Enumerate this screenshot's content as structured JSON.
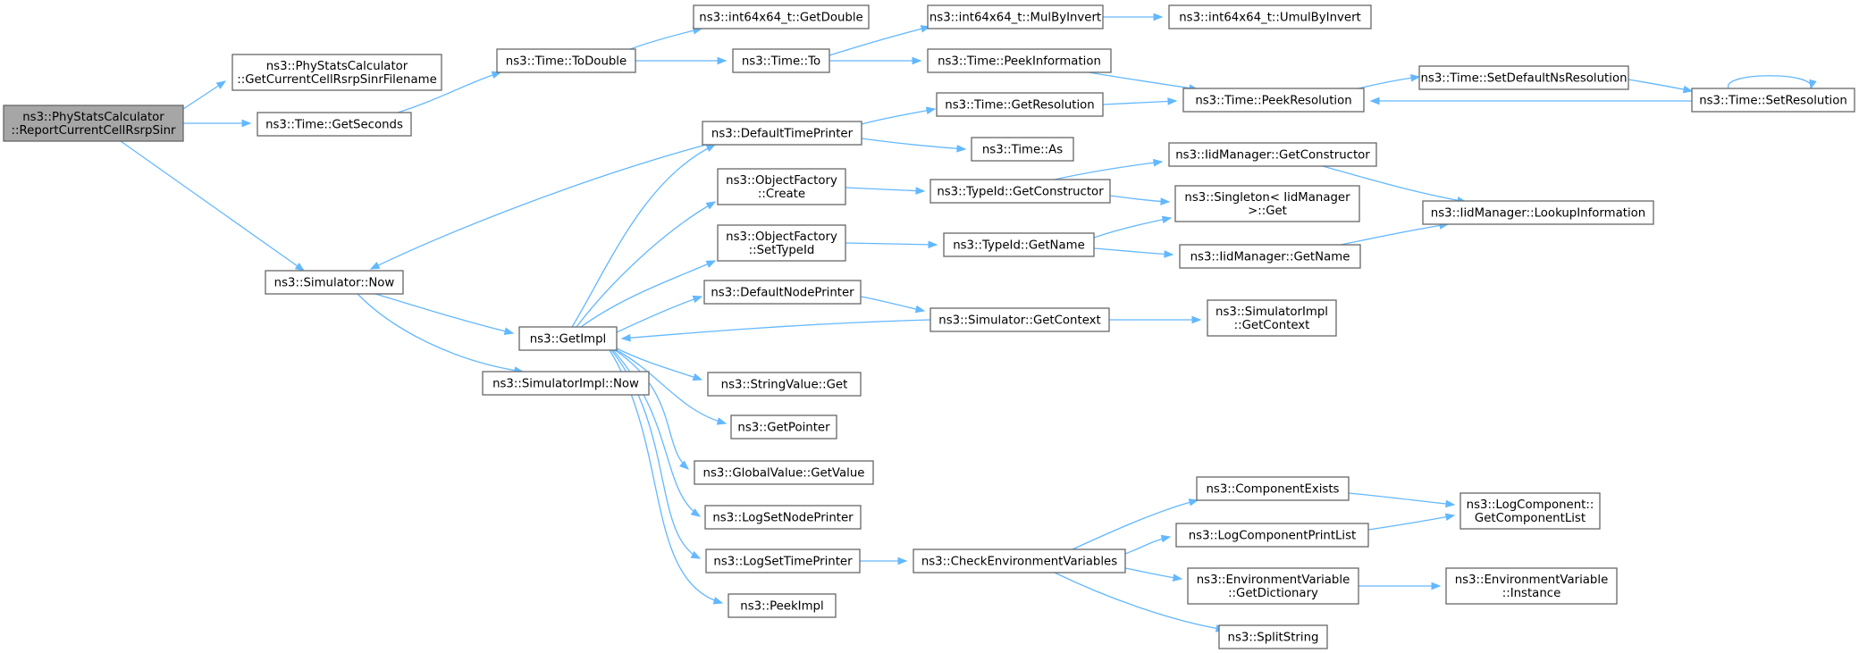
{
  "diagram": {
    "type": "call-graph",
    "edge_color": "#63b8ff",
    "node_border_color": "#666666",
    "root_fill_color": "#a6a6a6",
    "nodes": [
      {
        "id": "root",
        "lines": [
          "ns3::PhyStatsCalculator",
          "::ReportCurrentCellRsrpSinr"
        ]
      },
      {
        "id": "getfilename",
        "lines": [
          "ns3::PhyStatsCalculator",
          "::GetCurrentCellRsrpSinrFilename"
        ]
      },
      {
        "id": "getseconds",
        "lines": [
          "ns3::Time::GetSeconds"
        ]
      },
      {
        "id": "todouble",
        "lines": [
          "ns3::Time::ToDouble"
        ]
      },
      {
        "id": "int64getdouble",
        "lines": [
          "ns3::int64x64_t::GetDouble"
        ]
      },
      {
        "id": "timeto",
        "lines": [
          "ns3::Time::To"
        ]
      },
      {
        "id": "mulbyinvert",
        "lines": [
          "ns3::int64x64_t::MulByInvert"
        ]
      },
      {
        "id": "umulbyinvert",
        "lines": [
          "ns3::int64x64_t::UmulByInvert"
        ]
      },
      {
        "id": "peekinfo",
        "lines": [
          "ns3::Time::PeekInformation"
        ]
      },
      {
        "id": "peekres",
        "lines": [
          "ns3::Time::PeekResolution"
        ]
      },
      {
        "id": "setdefaultns",
        "lines": [
          "ns3::Time::SetDefaultNsResolution"
        ]
      },
      {
        "id": "setres",
        "lines": [
          "ns3::Time::SetResolution"
        ]
      },
      {
        "id": "getres",
        "lines": [
          "ns3::Time::GetResolution"
        ]
      },
      {
        "id": "deftimeprinter",
        "lines": [
          "ns3::DefaultTimePrinter"
        ]
      },
      {
        "id": "timeas",
        "lines": [
          "ns3::Time::As"
        ]
      },
      {
        "id": "simnow",
        "lines": [
          "ns3::Simulator::Now"
        ]
      },
      {
        "id": "ofcreate",
        "lines": [
          "ns3::ObjectFactory",
          "::Create"
        ]
      },
      {
        "id": "tidgetctor",
        "lines": [
          "ns3::TypeId::GetConstructor"
        ]
      },
      {
        "id": "iidgetctor",
        "lines": [
          "ns3::IidManager::GetConstructor"
        ]
      },
      {
        "id": "singleton",
        "lines": [
          "ns3::Singleton< IidManager",
          ">::Get"
        ]
      },
      {
        "id": "lookupinfo",
        "lines": [
          "ns3::IidManager::LookupInformation"
        ]
      },
      {
        "id": "ofsettypeid",
        "lines": [
          "ns3::ObjectFactory",
          "::SetTypeId"
        ]
      },
      {
        "id": "tidgetname",
        "lines": [
          "ns3::TypeId::GetName"
        ]
      },
      {
        "id": "iidgetname",
        "lines": [
          "ns3::IidManager::GetName"
        ]
      },
      {
        "id": "defnodeprinter",
        "lines": [
          "ns3::DefaultNodePrinter"
        ]
      },
      {
        "id": "getimpl",
        "lines": [
          "ns3::GetImpl"
        ]
      },
      {
        "id": "simgetcontext",
        "lines": [
          "ns3::Simulator::GetContext"
        ]
      },
      {
        "id": "simimplgetcontext",
        "lines": [
          "ns3::SimulatorImpl",
          "::GetContext"
        ]
      },
      {
        "id": "simimplnow",
        "lines": [
          "ns3::SimulatorImpl::Now"
        ]
      },
      {
        "id": "stringvalueget",
        "lines": [
          "ns3::StringValue::Get"
        ]
      },
      {
        "id": "getpointer",
        "lines": [
          "ns3::GetPointer"
        ]
      },
      {
        "id": "globalvalueget",
        "lines": [
          "ns3::GlobalValue::GetValue"
        ]
      },
      {
        "id": "logsetnodeprinter",
        "lines": [
          "ns3::LogSetNodePrinter"
        ]
      },
      {
        "id": "logsettimeprinter",
        "lines": [
          "ns3::LogSetTimePrinter"
        ]
      },
      {
        "id": "checkenv",
        "lines": [
          "ns3::CheckEnvironmentVariables"
        ]
      },
      {
        "id": "compexists",
        "lines": [
          "ns3::ComponentExists"
        ]
      },
      {
        "id": "getcomplist",
        "lines": [
          "ns3::LogComponent::",
          "GetComponentList"
        ]
      },
      {
        "id": "logcompprintlist",
        "lines": [
          "ns3::LogComponentPrintList"
        ]
      },
      {
        "id": "envgetdict",
        "lines": [
          "ns3::EnvironmentVariable",
          "::GetDictionary"
        ]
      },
      {
        "id": "envinstance",
        "lines": [
          "ns3::EnvironmentVariable",
          "::Instance"
        ]
      },
      {
        "id": "splitstring",
        "lines": [
          "ns3::SplitString"
        ]
      },
      {
        "id": "peekimpl",
        "lines": [
          "ns3::PeekImpl"
        ]
      }
    ],
    "edges": [
      [
        "root",
        "getfilename"
      ],
      [
        "root",
        "getseconds"
      ],
      [
        "root",
        "simnow"
      ],
      [
        "getseconds",
        "todouble"
      ],
      [
        "todouble",
        "int64getdouble"
      ],
      [
        "todouble",
        "timeto"
      ],
      [
        "timeto",
        "mulbyinvert"
      ],
      [
        "timeto",
        "peekinfo"
      ],
      [
        "mulbyinvert",
        "umulbyinvert"
      ],
      [
        "peekinfo",
        "peekres"
      ],
      [
        "peekres",
        "setdefaultns"
      ],
      [
        "setdefaultns",
        "setres"
      ],
      [
        "setres",
        "peekres"
      ],
      [
        "setres",
        "setres"
      ],
      [
        "getres",
        "peekres"
      ],
      [
        "deftimeprinter",
        "getres"
      ],
      [
        "deftimeprinter",
        "timeas"
      ],
      [
        "deftimeprinter",
        "simnow"
      ],
      [
        "simnow",
        "getimpl"
      ],
      [
        "simnow",
        "simimplnow"
      ],
      [
        "getimpl",
        "deftimeprinter"
      ],
      [
        "getimpl",
        "ofcreate"
      ],
      [
        "getimpl",
        "ofsettypeid"
      ],
      [
        "getimpl",
        "defnodeprinter"
      ],
      [
        "getimpl",
        "stringvalueget"
      ],
      [
        "getimpl",
        "getpointer"
      ],
      [
        "getimpl",
        "globalvalueget"
      ],
      [
        "getimpl",
        "logsetnodeprinter"
      ],
      [
        "getimpl",
        "logsettimeprinter"
      ],
      [
        "getimpl",
        "peekimpl"
      ],
      [
        "ofcreate",
        "tidgetctor"
      ],
      [
        "tidgetctor",
        "iidgetctor"
      ],
      [
        "tidgetctor",
        "singleton"
      ],
      [
        "iidgetctor",
        "lookupinfo"
      ],
      [
        "ofsettypeid",
        "tidgetname"
      ],
      [
        "tidgetname",
        "singleton"
      ],
      [
        "tidgetname",
        "iidgetname"
      ],
      [
        "iidgetname",
        "lookupinfo"
      ],
      [
        "defnodeprinter",
        "simgetcontext"
      ],
      [
        "simgetcontext",
        "getimpl"
      ],
      [
        "simgetcontext",
        "simimplgetcontext"
      ],
      [
        "logsettimeprinter",
        "checkenv"
      ],
      [
        "checkenv",
        "compexists"
      ],
      [
        "checkenv",
        "logcompprintlist"
      ],
      [
        "checkenv",
        "envgetdict"
      ],
      [
        "checkenv",
        "splitstring"
      ],
      [
        "compexists",
        "getcomplist"
      ],
      [
        "logcompprintlist",
        "getcomplist"
      ],
      [
        "envgetdict",
        "envinstance"
      ]
    ]
  }
}
